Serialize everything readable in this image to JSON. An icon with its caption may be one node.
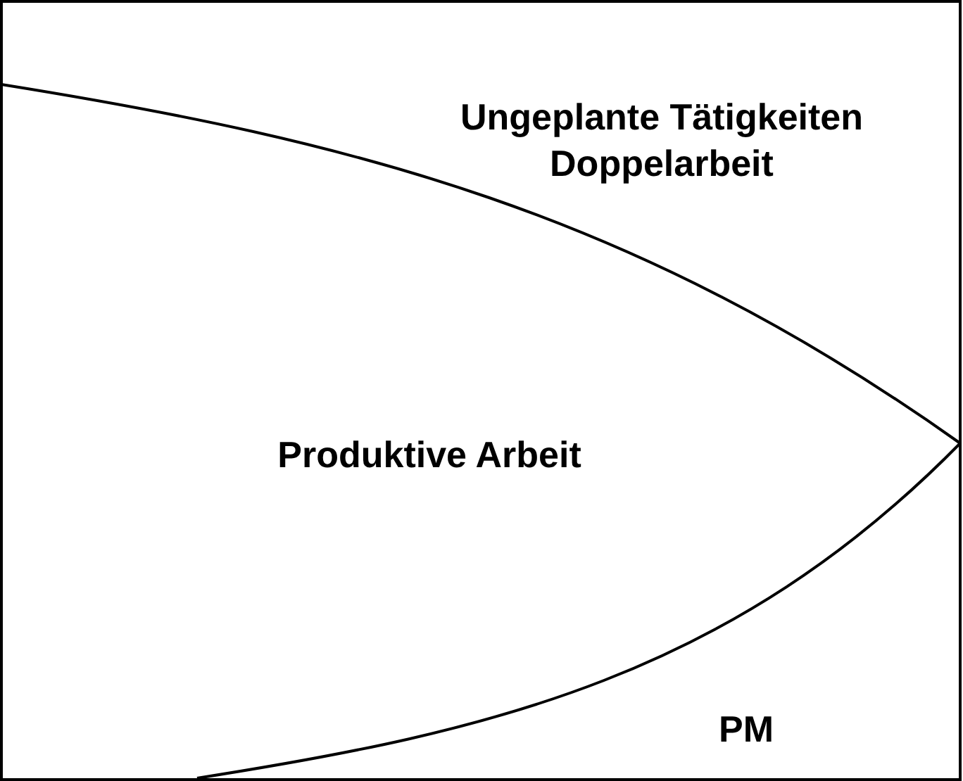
{
  "diagram": {
    "labels": [
      "Ungeplante Tätigkeiten",
      "Doppelarbeit",
      "Produktive Arbeit",
      "PM"
    ]
  }
}
